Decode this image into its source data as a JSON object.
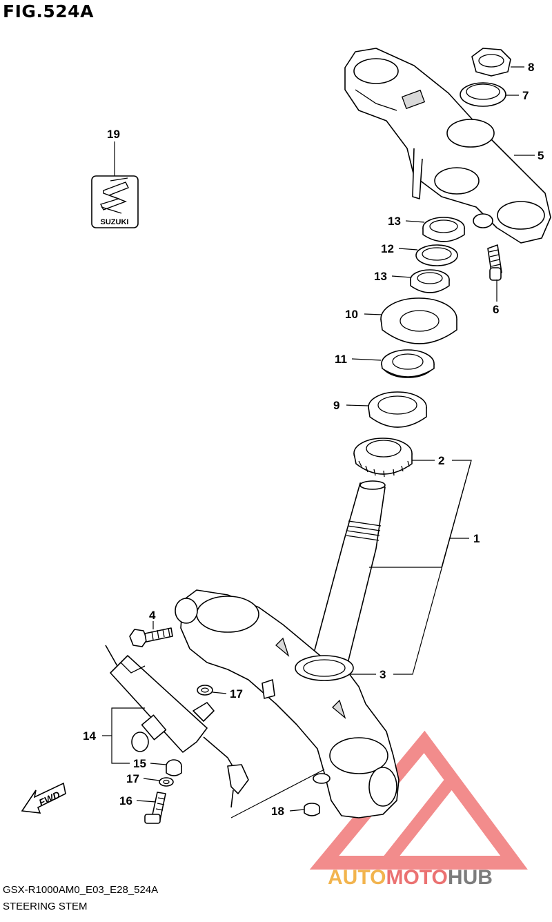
{
  "figure": {
    "title": "FIG.524A",
    "model_code": "GSX-R1000AM0_E03_E28_524A",
    "section_name": "STEERING STEM"
  },
  "emblem": {
    "text": "SUZUKI"
  },
  "fwd_arrow": {
    "text": "FWD"
  },
  "watermark": {
    "brand": "AUTOMOTOHUB",
    "colors": {
      "auto": "#f0a830",
      "moto": "#e85a5a",
      "hub": "#666666",
      "triangle": "#f07878"
    }
  },
  "callouts": [
    "1",
    "2",
    "3",
    "4",
    "5",
    "6",
    "7",
    "8",
    "9",
    "10",
    "11",
    "12",
    "13",
    "13",
    "14",
    "15",
    "16",
    "17",
    "17",
    "18",
    "19"
  ]
}
